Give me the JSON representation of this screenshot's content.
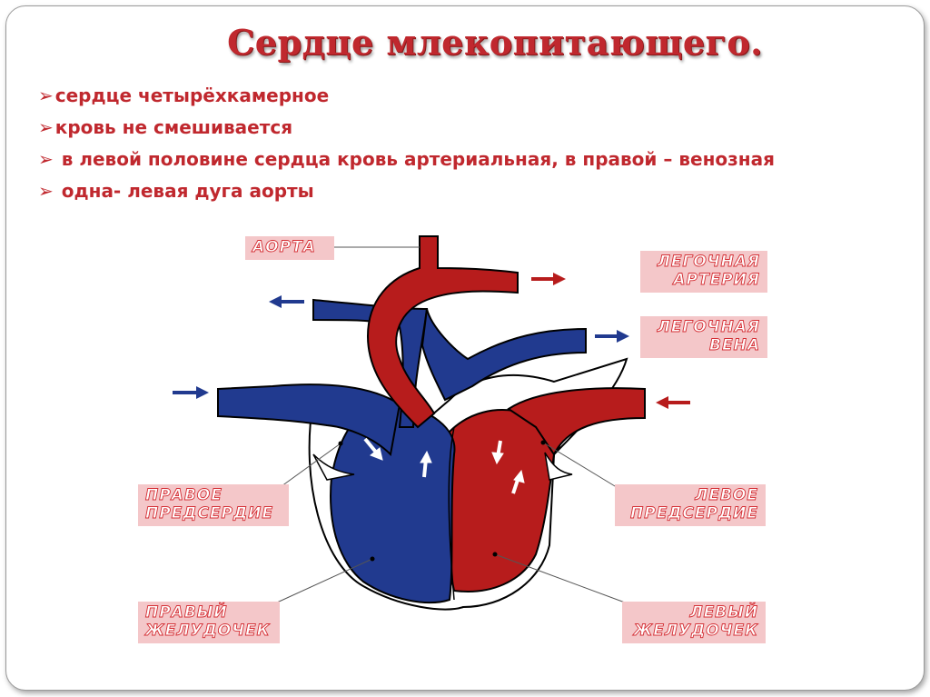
{
  "title": "Сердце млекопитающего.",
  "bullets": [
    {
      "marker": "➢",
      "text": "сердце четырёхкамерное"
    },
    {
      "marker": "➢",
      "text": "кровь не смешивается"
    },
    {
      "marker": "➢",
      "text": " в левой половине сердца кровь артериальная, в правой – венозная"
    },
    {
      "marker": "➢",
      "text": " одна- левая дуга аорты"
    }
  ],
  "labels": {
    "aorta": "АОРТА",
    "pulmonary_artery": [
      "ЛЕГОЧНАЯ",
      "АРТЕРИЯ"
    ],
    "pulmonary_vein": [
      "ЛЕГОЧНАЯ",
      "ВЕНА"
    ],
    "right_atrium": [
      "ПРАВОЕ",
      "ПРЕДСЕРДИЕ"
    ],
    "left_atrium": [
      "ЛЕВОЕ",
      "ПРЕДСЕРДИЕ"
    ],
    "right_ventricle": [
      "ПРАВЫЙ",
      "ЖЕЛУДОЧЕК"
    ],
    "left_ventricle": [
      "ЛЕВЫЙ",
      "ЖЕЛУДОЧЕК"
    ]
  },
  "colors": {
    "venous": "#213a8f",
    "arterial": "#b71c1c",
    "label_bg": "#f4c7c9",
    "label_text": "#d42d33",
    "title": "#c0282e"
  }
}
